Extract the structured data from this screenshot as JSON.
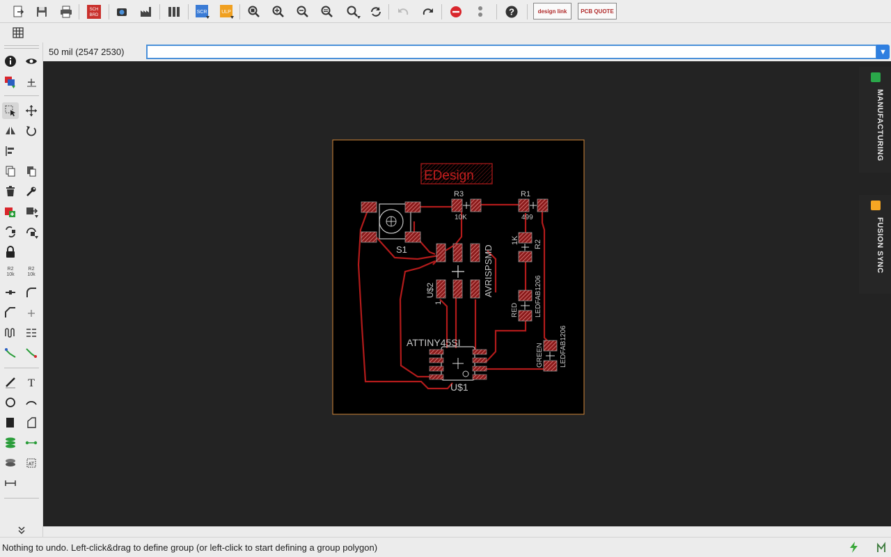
{
  "toolbar": {
    "sch_brd_label": "SCH\nBRD",
    "scr_label": "SCR",
    "ulp_label": "ULP",
    "design_link_label": "design link",
    "pcb_quote_label": "PCB QUOTE"
  },
  "command": {
    "grid_readout": "50 mil (2547 2530)",
    "value": "",
    "placeholder": ""
  },
  "left_toolbar": {
    "r2_label": "R2",
    "r2_value": "10k"
  },
  "side_panels": [
    {
      "label": "MANUFACTURING"
    },
    {
      "label": "FUSION SYNC"
    }
  ],
  "board": {
    "title": "EDesign",
    "labels": {
      "r3": "R3",
      "r3_val": "10K",
      "r1": "R1",
      "r1_val": "499",
      "s1": "S1",
      "r2": "R2",
      "r2_val": "1K",
      "avrisp": "AVRISPSMD",
      "u2": "U$2",
      "u2_pin": "1",
      "red": "RED",
      "ledfab_red": "LEDFAB1206",
      "green": "GREEN",
      "ledfab_green": "LEDFAB1206",
      "attiny": "ATTINY45SI",
      "u1": "U$1"
    }
  },
  "status": {
    "message": "Nothing to undo. Left-click&drag to define group (or left-click to start defining a group polygon)"
  },
  "colors": {
    "canvas": "#232323",
    "board": "#000000",
    "copper": "#b31b1b",
    "pad_fill": "#c65a5a",
    "outline": "#d4893a",
    "silk": "#c8c8c8"
  }
}
